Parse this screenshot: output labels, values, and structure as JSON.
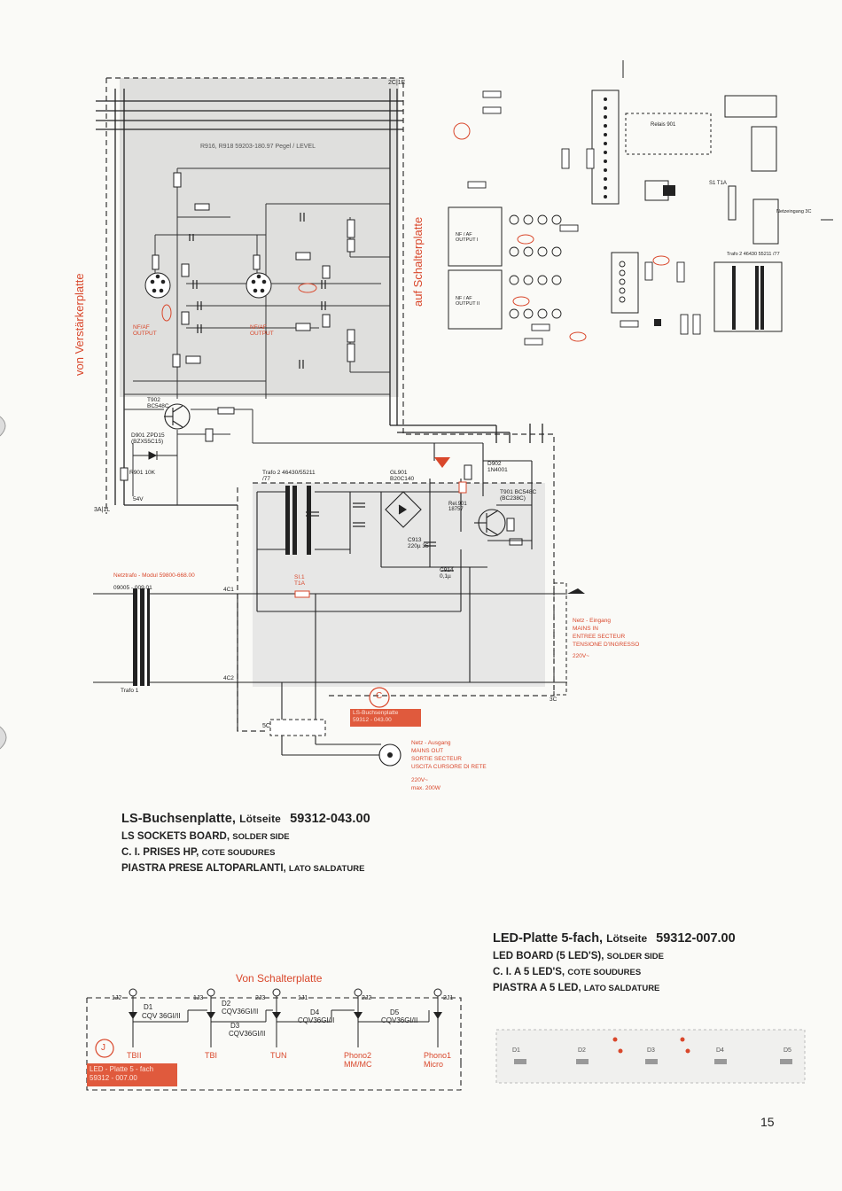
{
  "ls_board": {
    "title_main": "LS-Buchsenplatte,",
    "title_side": "Lötseite",
    "title_part": "59312-043.00",
    "en_main": "LS SOCKETS BOARD,",
    "en_side": "SOLDER SIDE",
    "fr_main": "C. I. PRISES HP,",
    "fr_side": "COTE SOUDURES",
    "it_main": "PIASTRA PRESE ALTOPARLANTI,",
    "it_side": "LATO SALDATURE"
  },
  "led_board": {
    "title_main": "LED-Platte 5-fach,",
    "title_side": "Lötseite",
    "title_part": "59312-007.00",
    "en_main": "LED BOARD (5 LED'S),",
    "en_side": "SOLDER SIDE",
    "fr_main": "C. I. A 5 LED'S,",
    "fr_side": "COTE SOUDURES",
    "it_main": "PIASTRA A 5 LED,",
    "it_side": "LATO SALDATURE"
  },
  "page_number": "15",
  "side_labels": {
    "left": "von Verstärkerplatte",
    "right": "auf Schalterplatte"
  },
  "schematic": {
    "connector_top": "2C|1E",
    "connector_bottom": "3A|1L",
    "level_note": "R916, R918 59203-180.97 Pegel / LEVEL",
    "output_left": "NF/AF OUTPUT",
    "output_right": "NF/AF OUTPUT",
    "transistor": "T902 BC548C",
    "zener": "D901 ZPD15 (BZX55C15)",
    "r901": "R901 10K",
    "v54": "54V",
    "trafo2": "Trafo 2 46430/55211 /77",
    "rectifier": "GL901 B20C140",
    "d902": "D902 1N4001",
    "relay": "Rel.901 18757",
    "t901": "T901 BC548C (BC238C)",
    "c913": "C913 220µ 35",
    "c914": "C914 0,1µ",
    "netztrafo": "Netztrafo - Modul 59800-668.00",
    "netztrafo_sub": "09005 - 009.01",
    "fuse": "SI.1 T1A",
    "trafo1": "Trafo 1",
    "mains_in_lines": [
      "Netz - Eingang",
      "MAINS IN",
      "ENTREE SECTEUR",
      "TENSIONE D'INGRESSO",
      "220V~"
    ],
    "mains_out_lines": [
      "Netz - Ausgang",
      "MAINS OUT",
      "SORTIE SECTEUR",
      "USCITA CURSORE DI RETE",
      "220V~",
      "max. 200W"
    ],
    "marker_c": "C",
    "ls_tag_lines": [
      "LS-Buchsenplatte",
      "59312 - 043.00"
    ],
    "conn_5c": "5C",
    "conn_4c1": "4C1",
    "conn_4c2": "4C2",
    "conn_3c": "3C"
  },
  "led_schematic": {
    "header": "Von Schalterplatte",
    "marker_j": "J",
    "tag_lines": [
      "LED - Platte 5 - fach",
      "59312 - 007.00"
    ],
    "leds": [
      {
        "ref": "D1",
        "part": "CQV 36GI/II"
      },
      {
        "ref": "D2",
        "part": "CQV36GI/II"
      },
      {
        "ref": "D3",
        "part": "CQV36GI/II"
      },
      {
        "ref": "D4",
        "part": "CQV36GI/II"
      },
      {
        "ref": "D5",
        "part": "CQV36GI/II"
      }
    ],
    "pins": [
      "1J2",
      "1J3",
      "2J3",
      "1J1",
      "2J2",
      "2J1"
    ],
    "bottom_labels": [
      "TBII",
      "TBI",
      "TUN",
      "Phono2 MM/MC",
      "Phono1 Micro"
    ]
  },
  "pcb": {
    "relay_label": "Relais 901",
    "netzeingang": "Netzeingang 3C",
    "trafo2_label": "Trafo 2 46430 55211 /77",
    "fuse_label": "S1 T1A",
    "out1": "NF / AF OUTPUT I",
    "out2": "NF / AF OUTPUT II"
  },
  "colors": {
    "red": "#d9472b",
    "ink": "#222222",
    "shade": "#c8c8c8"
  }
}
